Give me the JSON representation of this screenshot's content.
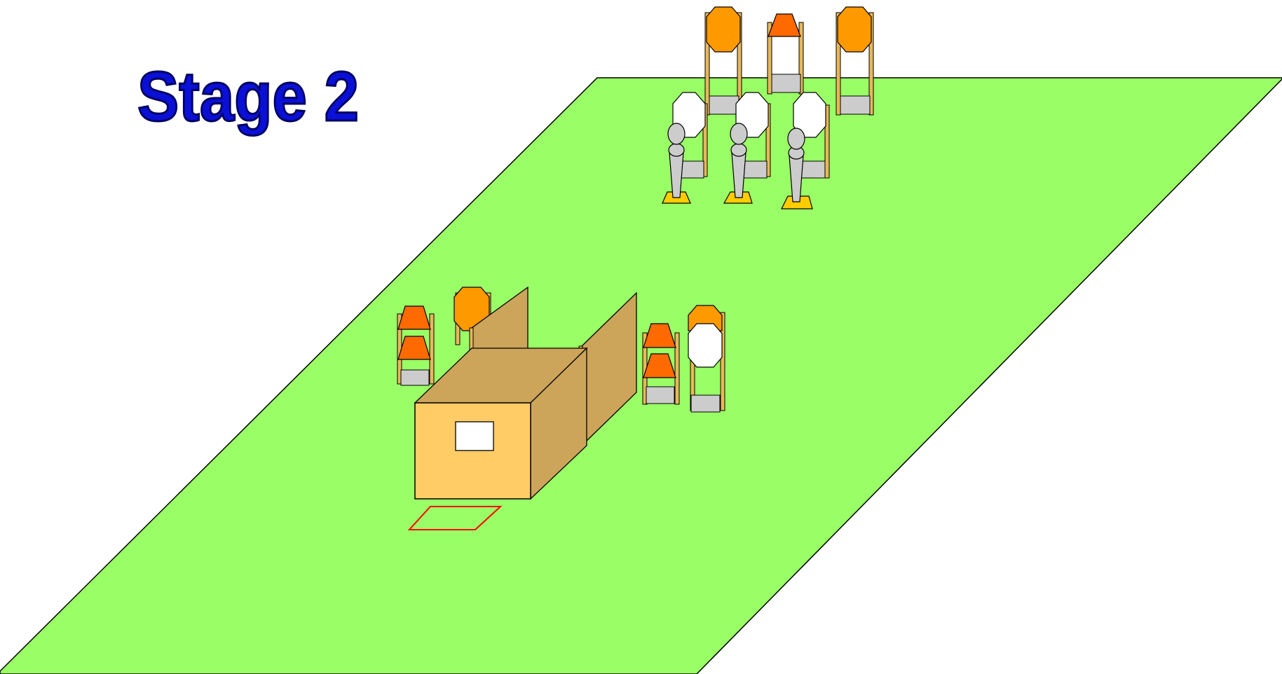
{
  "title": "Stage 2",
  "colors": {
    "title_fill": "#0a10d6",
    "title_stroke": "#000060",
    "field": "#9aff66",
    "wall_front": "#ffcc66",
    "wall_side": "#cca45a",
    "post": "#e8b85a",
    "steel_orange": "#ff9900",
    "popper_red": "#ff6a00",
    "paper_white": "#ffffff",
    "base_grey": "#cccccc",
    "fault_line": "#ff0000",
    "stand_plate": "#ffcc00"
  },
  "elements": {
    "field": "range-field",
    "walls": [
      "barricade-front-wall",
      "barricade-side-wall-left",
      "barricade-side-wall-right"
    ],
    "shooting_box": "start-box"
  }
}
